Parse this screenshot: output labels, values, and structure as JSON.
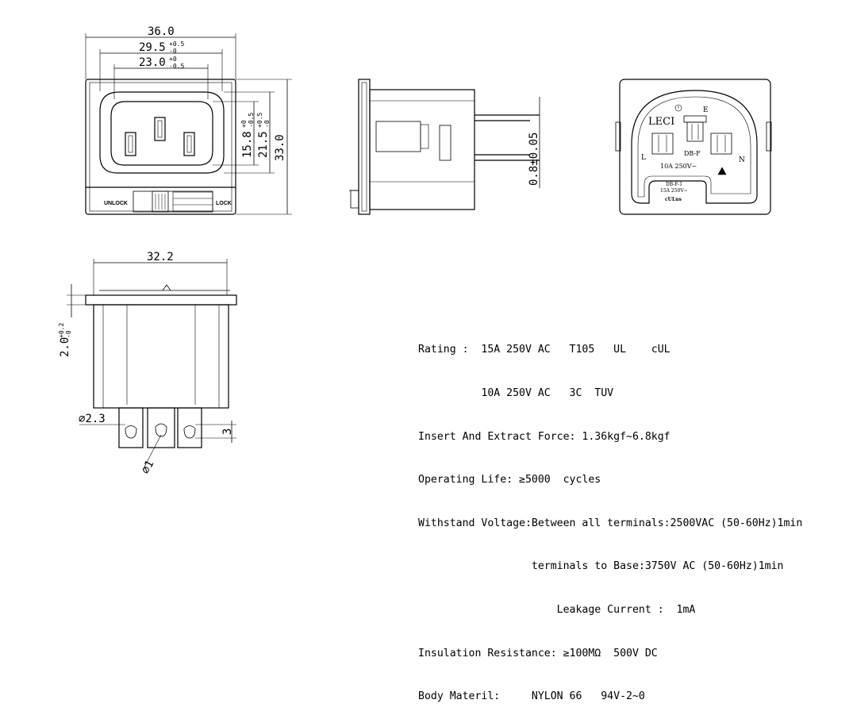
{
  "front_view": {
    "dim_overall_width": "36.0",
    "dim_cutout_width": "29.5",
    "dim_cutout_width_tol_plus": "+0.5",
    "dim_cutout_width_tol_minus": "-0",
    "dim_inner_width": "23.0",
    "dim_inner_width_tol_plus": "+0",
    "dim_inner_width_tol_minus": "-0.5",
    "dim_inner_height": "15.8",
    "dim_inner_height_tol_plus": "+0",
    "dim_inner_height_tol_minus": "-0.5",
    "dim_cutout_height": "21.5",
    "dim_cutout_height_tol_plus": "+0.5",
    "dim_cutout_height_tol_minus": "-0",
    "dim_overall_height": "33.0",
    "unlock_label": "UNLOCK",
    "lock_label": "LOCK"
  },
  "side_view": {
    "dim_pin_thickness": "0.8±0.05"
  },
  "rear_view": {
    "brand": "LECI",
    "terminal_e": "E",
    "terminal_l": "L",
    "terminal_n": "N",
    "model": "DB-F",
    "rating": "10A 250V~",
    "model2": "DB-F-1",
    "rating2": "15A 250V~",
    "cert_mark": "cULus"
  },
  "bottom_view": {
    "dim_width": "32.2",
    "dim_flange": "2.0",
    "dim_flange_tol_plus": "+0.2",
    "dim_flange_tol_minus": "-0",
    "dim_hole": "2.3",
    "dim_pin_hole": "1",
    "dim_pin_len": "3"
  },
  "specs": [
    "Rating :  15A 250V AC   T105   UL    cUL",
    "          10A 250V AC   3C  TUV",
    "Insert And Extract Force: 1.36kgf~6.8kgf",
    "Operating Life: ≥5000  cycles",
    "Withstand Voltage:Between all terminals:2500VAC (50-60Hz)1min",
    "                  terminals to Base:3750V AC (50-60Hz)1min",
    "                      Leakage Current :  1mA",
    "Insulation Resistance: ≥100MΩ  500V DC",
    "Body Materil:     NYLON 66   94V-2~0"
  ]
}
